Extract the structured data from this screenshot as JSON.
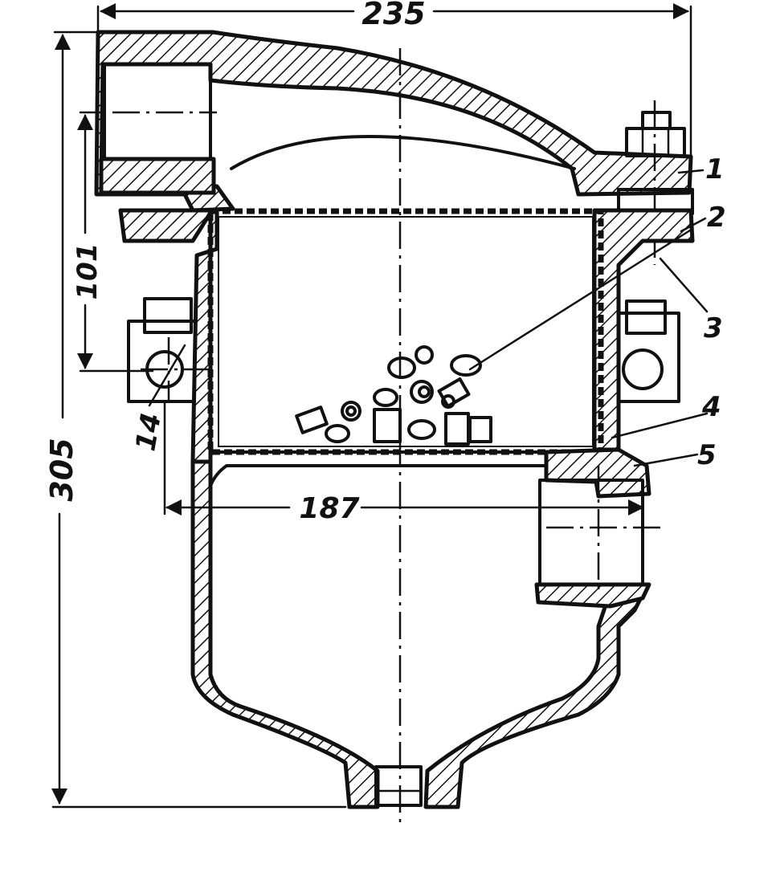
{
  "dimensions": {
    "top_width": "235",
    "total_height": "305",
    "screen_height": "101",
    "inner_width": "187"
  },
  "part_labels": [
    "1",
    "2",
    "3",
    "4",
    "5",
    "14"
  ]
}
